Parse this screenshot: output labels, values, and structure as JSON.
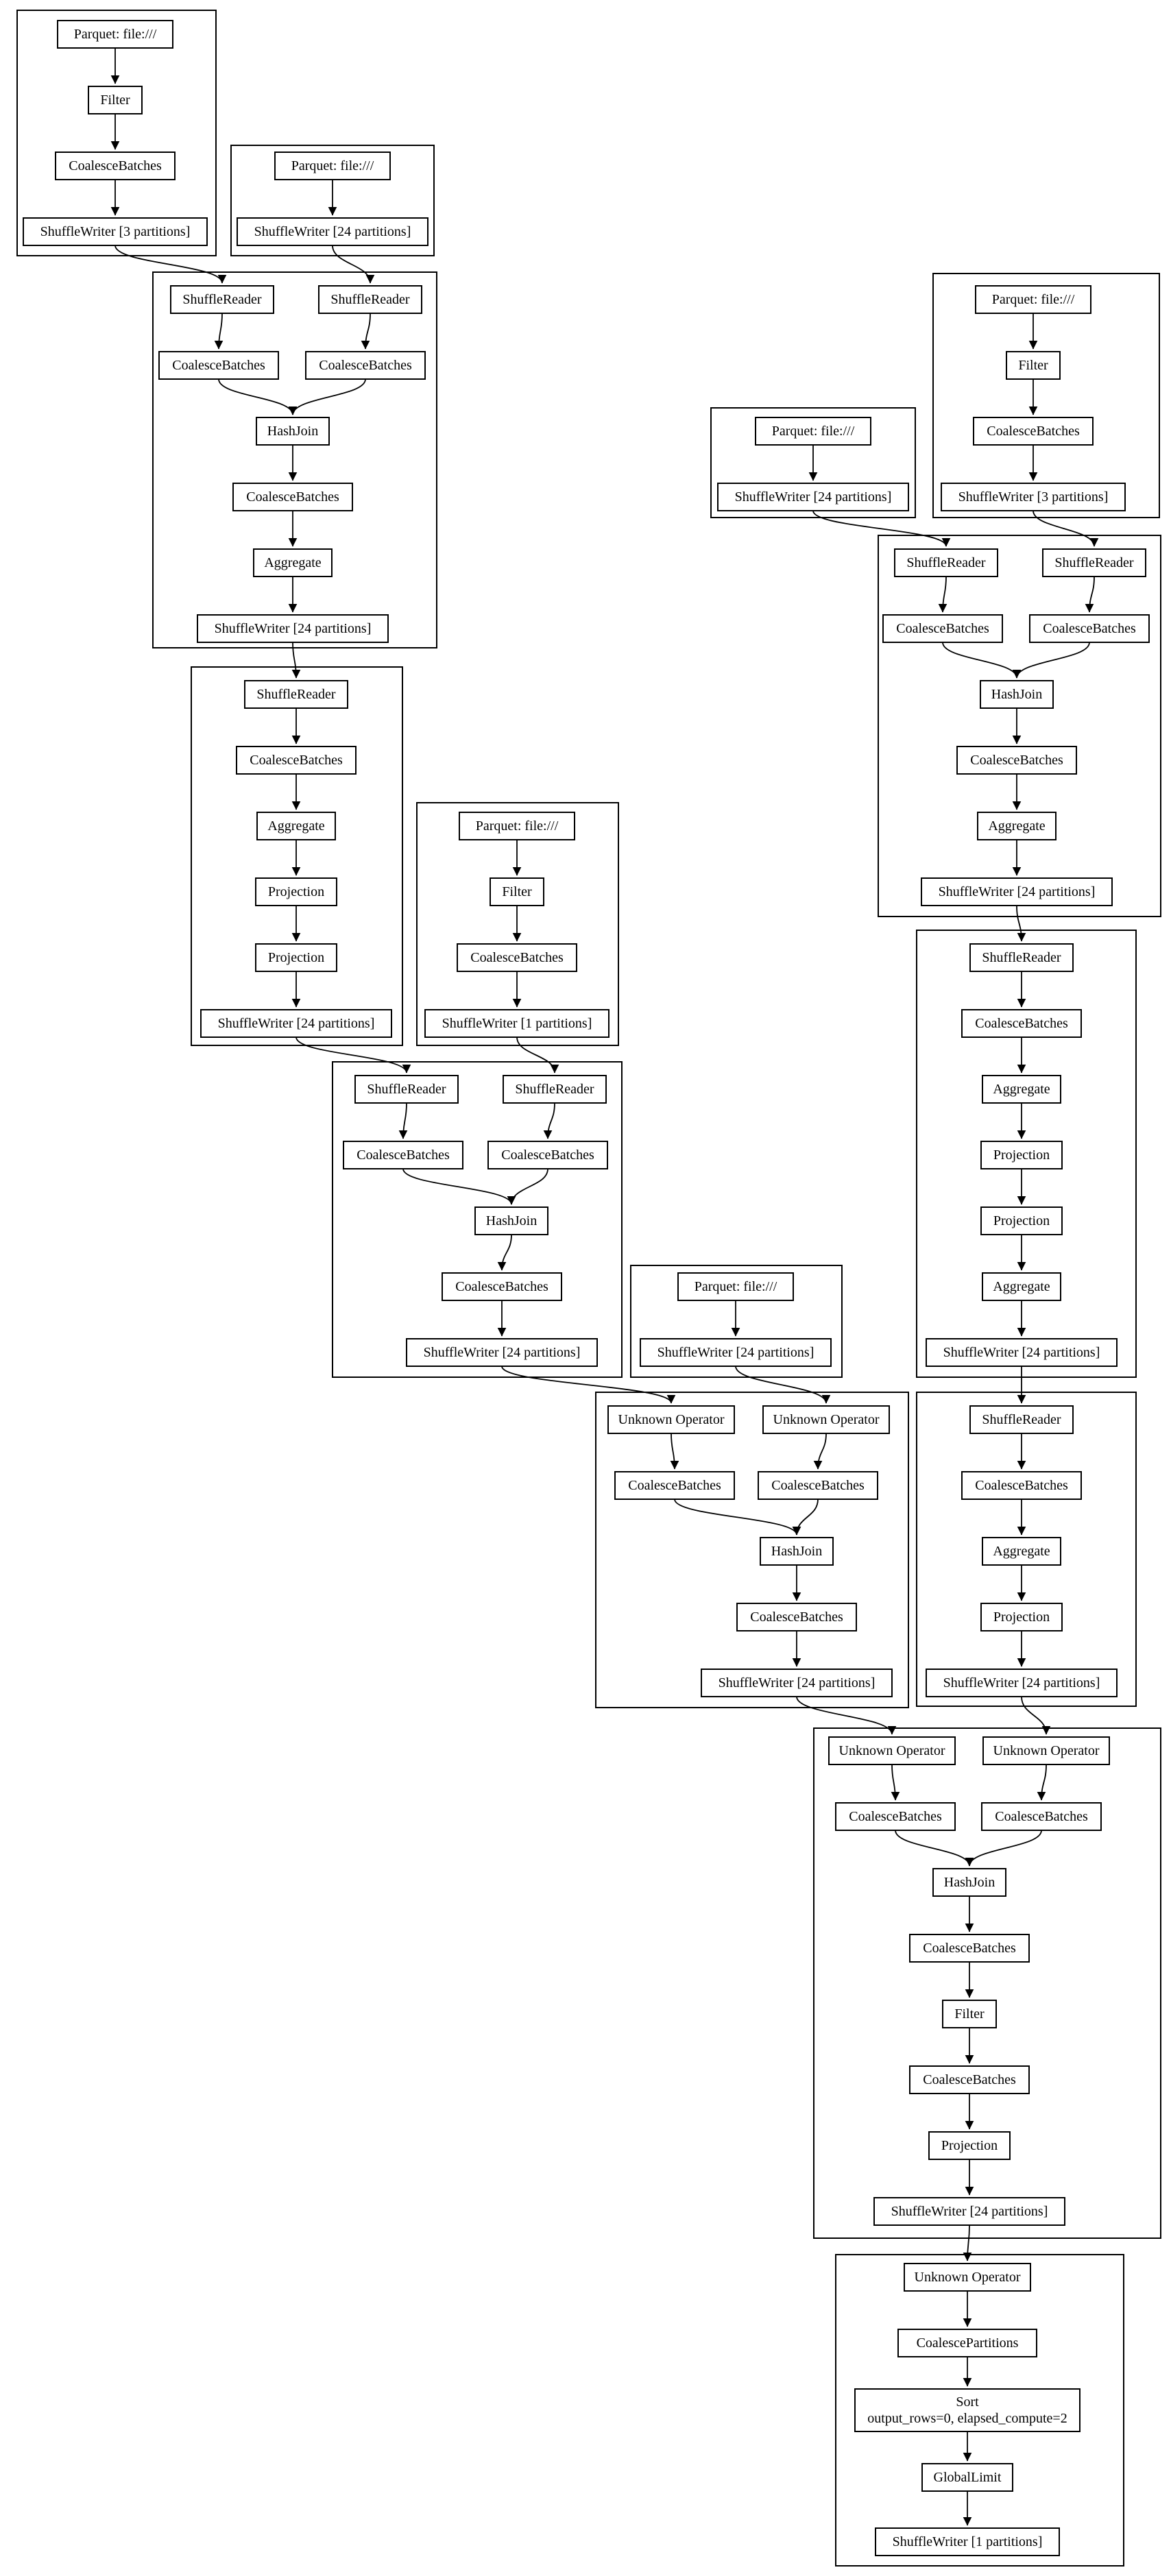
{
  "colors": {
    "line": "#000000",
    "background": "#ffffff"
  },
  "diagram": {
    "type": "query-plan-dag",
    "clusters": [
      {
        "id": "stage-1",
        "nodes": [
          {
            "id": "a1",
            "label": "Parquet: file:///"
          },
          {
            "id": "a2",
            "label": "Filter"
          },
          {
            "id": "a3",
            "label": "CoalesceBatches"
          },
          {
            "id": "a4",
            "label": "ShuffleWriter [3 partitions]"
          }
        ]
      },
      {
        "id": "stage-2",
        "nodes": [
          {
            "id": "b1",
            "label": "Parquet: file:///"
          },
          {
            "id": "b2",
            "label": "ShuffleWriter [24 partitions]"
          }
        ]
      },
      {
        "id": "stage-3",
        "nodes": [
          {
            "id": "c1",
            "label": "ShuffleReader"
          },
          {
            "id": "c2",
            "label": "ShuffleReader"
          },
          {
            "id": "c3",
            "label": "CoalesceBatches"
          },
          {
            "id": "c4",
            "label": "CoalesceBatches"
          },
          {
            "id": "c5",
            "label": "HashJoin"
          },
          {
            "id": "c6",
            "label": "CoalesceBatches"
          },
          {
            "id": "c7",
            "label": "Aggregate"
          },
          {
            "id": "c8",
            "label": "ShuffleWriter [24 partitions]"
          }
        ]
      },
      {
        "id": "stage-4",
        "nodes": [
          {
            "id": "d1",
            "label": "ShuffleReader"
          },
          {
            "id": "d2",
            "label": "CoalesceBatches"
          },
          {
            "id": "d3",
            "label": "Aggregate"
          },
          {
            "id": "d4",
            "label": "Projection"
          },
          {
            "id": "d5",
            "label": "Projection"
          },
          {
            "id": "d6",
            "label": "ShuffleWriter [24 partitions]"
          }
        ]
      },
      {
        "id": "stage-5",
        "nodes": [
          {
            "id": "e1",
            "label": "Parquet: file:///"
          },
          {
            "id": "e2",
            "label": "Filter"
          },
          {
            "id": "e3",
            "label": "CoalesceBatches"
          },
          {
            "id": "e4",
            "label": "ShuffleWriter [1 partitions]"
          }
        ]
      },
      {
        "id": "stage-6",
        "nodes": [
          {
            "id": "f1",
            "label": "ShuffleReader"
          },
          {
            "id": "f2",
            "label": "ShuffleReader"
          },
          {
            "id": "f3",
            "label": "CoalesceBatches"
          },
          {
            "id": "f4",
            "label": "CoalesceBatches"
          },
          {
            "id": "f5",
            "label": "HashJoin"
          },
          {
            "id": "f6",
            "label": "CoalesceBatches"
          },
          {
            "id": "f7",
            "label": "ShuffleWriter [24 partitions]"
          }
        ]
      },
      {
        "id": "stage-7",
        "nodes": [
          {
            "id": "g1",
            "label": "Parquet: file:///"
          },
          {
            "id": "g2",
            "label": "ShuffleWriter [24 partitions]"
          }
        ]
      },
      {
        "id": "stage-8",
        "nodes": [
          {
            "id": "h1",
            "label": "Unknown Operator"
          },
          {
            "id": "h2",
            "label": "Unknown Operator"
          },
          {
            "id": "h3",
            "label": "CoalesceBatches"
          },
          {
            "id": "h4",
            "label": "CoalesceBatches"
          },
          {
            "id": "h5",
            "label": "HashJoin"
          },
          {
            "id": "h6",
            "label": "CoalesceBatches"
          },
          {
            "id": "h7",
            "label": "ShuffleWriter [24 partitions]"
          }
        ]
      },
      {
        "id": "stage-9",
        "nodes": [
          {
            "id": "i1",
            "label": "Parquet: file:///"
          },
          {
            "id": "i2",
            "label": "Filter"
          },
          {
            "id": "i3",
            "label": "CoalesceBatches"
          },
          {
            "id": "i4",
            "label": "ShuffleWriter [3 partitions]"
          }
        ]
      },
      {
        "id": "stage-10",
        "nodes": [
          {
            "id": "j1",
            "label": "Parquet: file:///"
          },
          {
            "id": "j2",
            "label": "ShuffleWriter [24 partitions]"
          }
        ]
      },
      {
        "id": "stage-11",
        "nodes": [
          {
            "id": "k1",
            "label": "ShuffleReader"
          },
          {
            "id": "k2",
            "label": "ShuffleReader"
          },
          {
            "id": "k3",
            "label": "CoalesceBatches"
          },
          {
            "id": "k4",
            "label": "CoalesceBatches"
          },
          {
            "id": "k5",
            "label": "HashJoin"
          },
          {
            "id": "k6",
            "label": "CoalesceBatches"
          },
          {
            "id": "k7",
            "label": "Aggregate"
          },
          {
            "id": "k8",
            "label": "ShuffleWriter [24 partitions]"
          }
        ]
      },
      {
        "id": "stage-12",
        "nodes": [
          {
            "id": "l1",
            "label": "ShuffleReader"
          },
          {
            "id": "l2",
            "label": "CoalesceBatches"
          },
          {
            "id": "l3",
            "label": "Aggregate"
          },
          {
            "id": "l4",
            "label": "Projection"
          },
          {
            "id": "l5",
            "label": "Projection"
          },
          {
            "id": "l6",
            "label": "Aggregate"
          },
          {
            "id": "l7",
            "label": "ShuffleWriter [24 partitions]"
          }
        ]
      },
      {
        "id": "stage-13",
        "nodes": [
          {
            "id": "m1",
            "label": "ShuffleReader"
          },
          {
            "id": "m2",
            "label": "CoalesceBatches"
          },
          {
            "id": "m3",
            "label": "Aggregate"
          },
          {
            "id": "m4",
            "label": "Projection"
          },
          {
            "id": "m5",
            "label": "ShuffleWriter [24 partitions]"
          }
        ]
      },
      {
        "id": "stage-14",
        "nodes": [
          {
            "id": "n1",
            "label": "Unknown Operator"
          },
          {
            "id": "n2",
            "label": "Unknown Operator"
          },
          {
            "id": "n3",
            "label": "CoalesceBatches"
          },
          {
            "id": "n4",
            "label": "CoalesceBatches"
          },
          {
            "id": "n5",
            "label": "HashJoin"
          },
          {
            "id": "n6",
            "label": "CoalesceBatches"
          },
          {
            "id": "n7",
            "label": "Filter"
          },
          {
            "id": "n8",
            "label": "CoalesceBatches"
          },
          {
            "id": "n9",
            "label": "Projection"
          },
          {
            "id": "n10",
            "label": "ShuffleWriter [24 partitions]"
          }
        ]
      },
      {
        "id": "stage-15",
        "nodes": [
          {
            "id": "o1",
            "label": "Unknown Operator"
          },
          {
            "id": "o2",
            "label": "CoalescePartitions"
          },
          {
            "id": "o3",
            "label": "Sort\noutput_rows=0, elapsed_compute=2"
          },
          {
            "id": "o4",
            "label": "GlobalLimit"
          },
          {
            "id": "o5",
            "label": "ShuffleWriter [1 partitions]"
          }
        ]
      }
    ],
    "edges": [
      [
        "a1",
        "a2"
      ],
      [
        "a2",
        "a3"
      ],
      [
        "a3",
        "a4"
      ],
      [
        "b1",
        "b2"
      ],
      [
        "a4",
        "c1"
      ],
      [
        "b2",
        "c2"
      ],
      [
        "c1",
        "c3"
      ],
      [
        "c2",
        "c4"
      ],
      [
        "c3",
        "c5"
      ],
      [
        "c4",
        "c5"
      ],
      [
        "c5",
        "c6"
      ],
      [
        "c6",
        "c7"
      ],
      [
        "c7",
        "c8"
      ],
      [
        "c8",
        "d1"
      ],
      [
        "d1",
        "d2"
      ],
      [
        "d2",
        "d3"
      ],
      [
        "d3",
        "d4"
      ],
      [
        "d4",
        "d5"
      ],
      [
        "d5",
        "d6"
      ],
      [
        "e1",
        "e2"
      ],
      [
        "e2",
        "e3"
      ],
      [
        "e3",
        "e4"
      ],
      [
        "d6",
        "f1"
      ],
      [
        "e4",
        "f2"
      ],
      [
        "f1",
        "f3"
      ],
      [
        "f2",
        "f4"
      ],
      [
        "f3",
        "f5"
      ],
      [
        "f4",
        "f5"
      ],
      [
        "f5",
        "f6"
      ],
      [
        "f6",
        "f7"
      ],
      [
        "g1",
        "g2"
      ],
      [
        "f7",
        "h1"
      ],
      [
        "g2",
        "h2"
      ],
      [
        "h1",
        "h3"
      ],
      [
        "h2",
        "h4"
      ],
      [
        "h3",
        "h5"
      ],
      [
        "h4",
        "h5"
      ],
      [
        "h5",
        "h6"
      ],
      [
        "h6",
        "h7"
      ],
      [
        "i1",
        "i2"
      ],
      [
        "i2",
        "i3"
      ],
      [
        "i3",
        "i4"
      ],
      [
        "j1",
        "j2"
      ],
      [
        "j2",
        "k1"
      ],
      [
        "i4",
        "k2"
      ],
      [
        "k1",
        "k3"
      ],
      [
        "k2",
        "k4"
      ],
      [
        "k3",
        "k5"
      ],
      [
        "k4",
        "k5"
      ],
      [
        "k5",
        "k6"
      ],
      [
        "k6",
        "k7"
      ],
      [
        "k7",
        "k8"
      ],
      [
        "k8",
        "l1"
      ],
      [
        "l1",
        "l2"
      ],
      [
        "l2",
        "l3"
      ],
      [
        "l3",
        "l4"
      ],
      [
        "l4",
        "l5"
      ],
      [
        "l5",
        "l6"
      ],
      [
        "l6",
        "l7"
      ],
      [
        "l7",
        "m1"
      ],
      [
        "m1",
        "m2"
      ],
      [
        "m2",
        "m3"
      ],
      [
        "m3",
        "m4"
      ],
      [
        "m4",
        "m5"
      ],
      [
        "h7",
        "n1"
      ],
      [
        "m5",
        "n2"
      ],
      [
        "n1",
        "n3"
      ],
      [
        "n2",
        "n4"
      ],
      [
        "n3",
        "n5"
      ],
      [
        "n4",
        "n5"
      ],
      [
        "n5",
        "n6"
      ],
      [
        "n6",
        "n7"
      ],
      [
        "n7",
        "n8"
      ],
      [
        "n8",
        "n9"
      ],
      [
        "n9",
        "n10"
      ],
      [
        "n10",
        "o1"
      ],
      [
        "o1",
        "o2"
      ],
      [
        "o2",
        "o3"
      ],
      [
        "o3",
        "o4"
      ],
      [
        "o4",
        "o5"
      ]
    ]
  }
}
